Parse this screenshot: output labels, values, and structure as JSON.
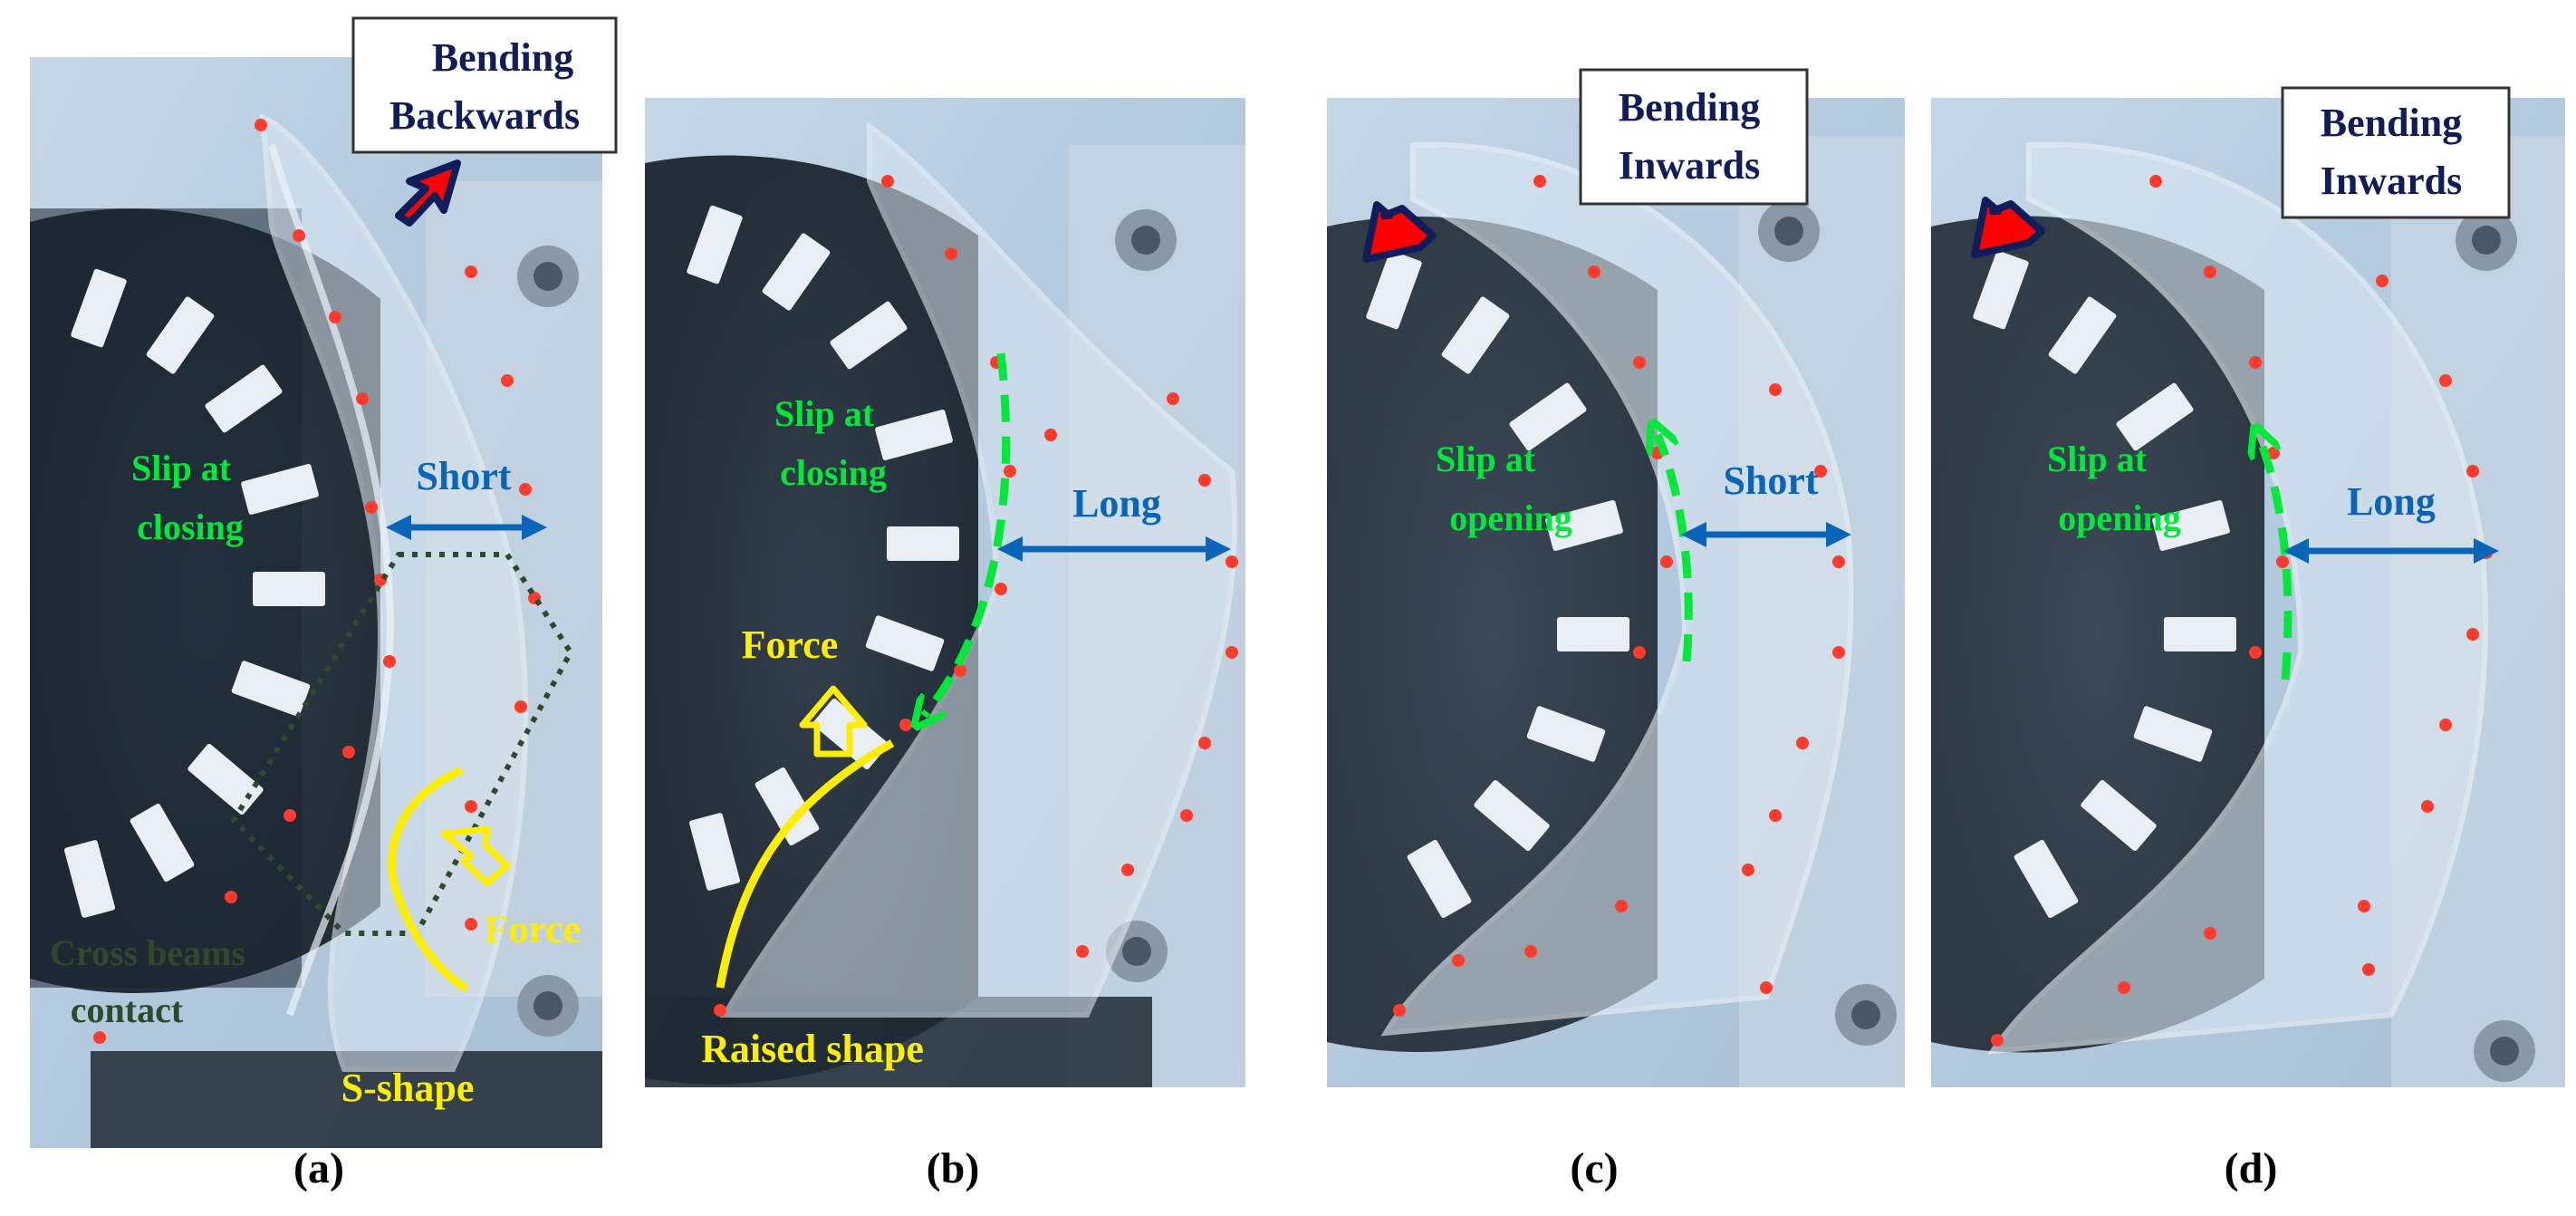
{
  "colors": {
    "background": "#ffffff",
    "photo_tint": "#b9cfe3",
    "gripper_dark": "#1c2630",
    "annotation_yellow": "#ffee00",
    "annotation_green": "#00e83a",
    "annotation_dark_green": "#2f4a2a",
    "annotation_blue": "#0a64b8",
    "box_text_navy": "#0f1e5a",
    "arrow_red": "#ff0000",
    "arrow_navy": "#0f1e5a",
    "marker_red": "#ff3b2e"
  },
  "panels": [
    {
      "id": "a",
      "caption": "(a)",
      "bending_label": [
        "Bending",
        "Backwards"
      ],
      "slip_label": [
        "Slip at",
        "closing"
      ],
      "span_label": "Short",
      "force_label": "Force",
      "shape_label": "S-shape",
      "contact_label": [
        "Cross beams",
        "contact"
      ]
    },
    {
      "id": "b",
      "caption": "(b)",
      "slip_label": [
        "Slip at",
        "closing"
      ],
      "span_label": "Long",
      "force_label": "Force",
      "shape_label": "Raised shape"
    },
    {
      "id": "c",
      "caption": "(c)",
      "bending_label": [
        "Bending",
        "Inwards"
      ],
      "slip_label": [
        "Slip at",
        "opening"
      ],
      "span_label": "Short"
    },
    {
      "id": "d",
      "caption": "(d)",
      "bending_label": [
        "Bending",
        "Inwards"
      ],
      "slip_label": [
        "Slip at",
        "opening"
      ],
      "span_label": "Long"
    }
  ]
}
